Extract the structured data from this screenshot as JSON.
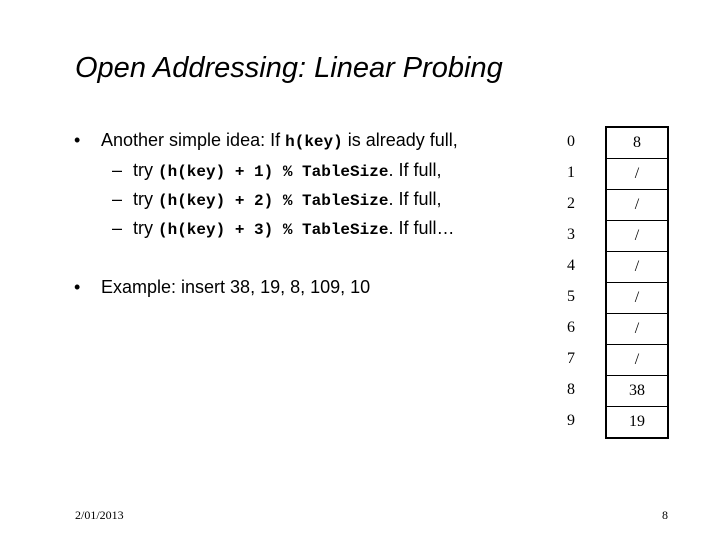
{
  "slide": {
    "title": "Open Addressing: Linear Probing",
    "bullet1": {
      "marker": "•",
      "text_before": "Another simple idea: If ",
      "code": "h(key)",
      "text_after": " is already full,"
    },
    "sub_items": [
      {
        "marker": "–",
        "prefix": "try ",
        "code": "(h(key) + 1) % TableSize",
        "suffix": ". If full,"
      },
      {
        "marker": "–",
        "prefix": "try ",
        "code": "(h(key) + 2) % TableSize",
        "suffix": ". If full,"
      },
      {
        "marker": "–",
        "prefix": "try ",
        "code": "(h(key) + 3) % TableSize",
        "suffix": ". If full…"
      }
    ],
    "bullet2": {
      "marker": "•",
      "text": "Example: insert 38, 19, 8, 109, 10"
    },
    "table": {
      "indices": [
        "0",
        "1",
        "2",
        "3",
        "4",
        "5",
        "6",
        "7",
        "8",
        "9"
      ],
      "cells": [
        "8",
        "/",
        "/",
        "/",
        "/",
        "/",
        "/",
        "/",
        "38",
        "19"
      ]
    },
    "footer": {
      "date": "2/01/2013",
      "page_number": "8"
    }
  }
}
